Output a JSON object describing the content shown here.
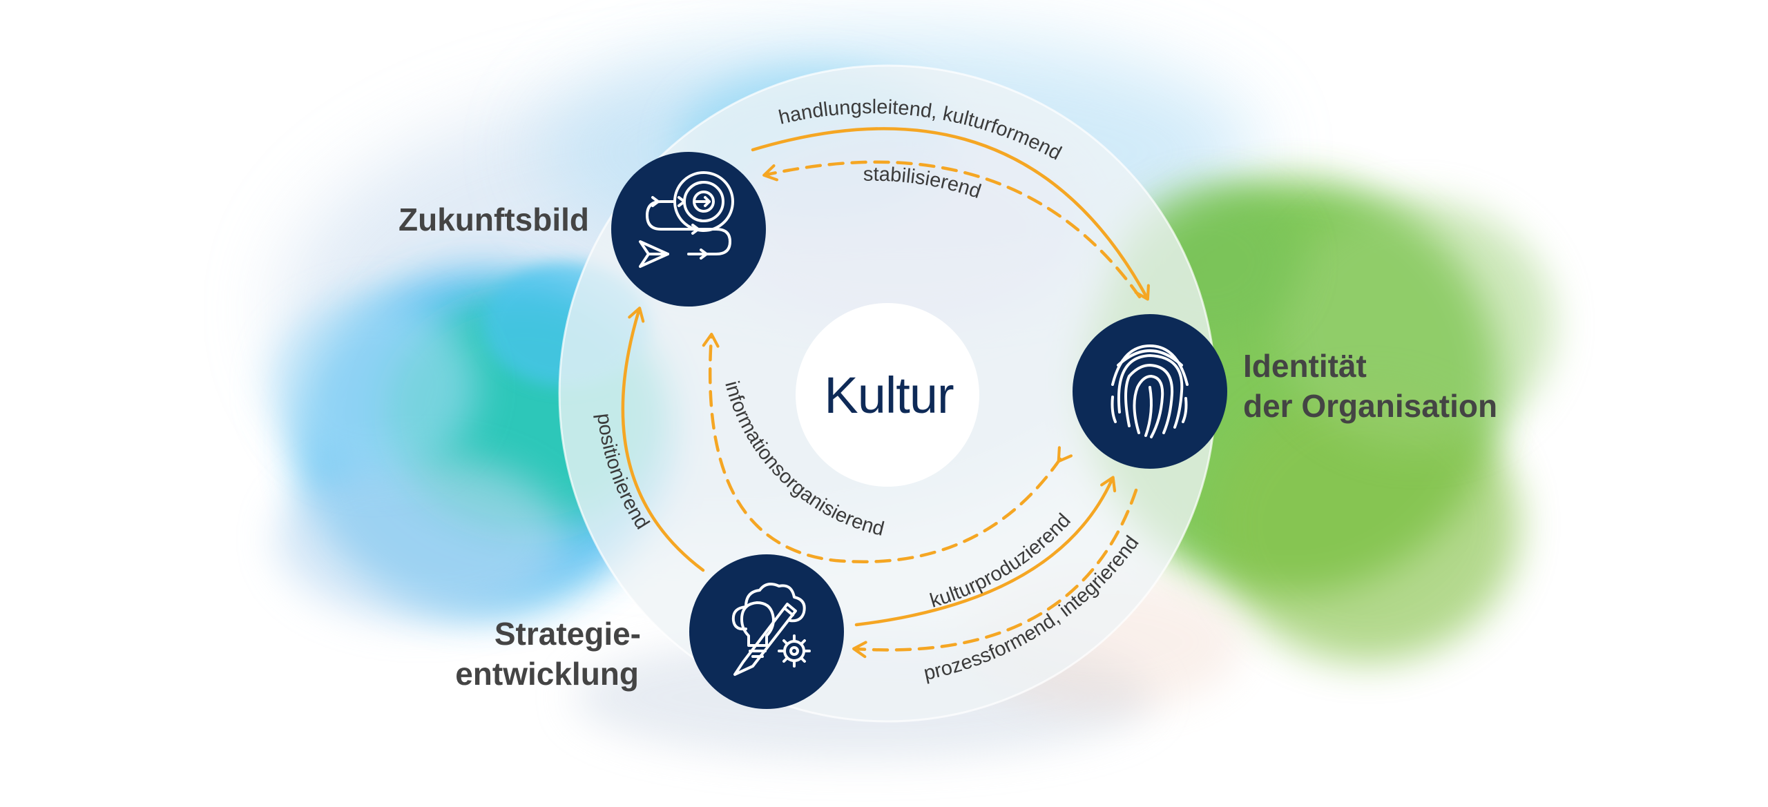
{
  "center": {
    "label": "Kultur"
  },
  "nodes": {
    "zukunftsbild": {
      "label": "Zukunftsbild",
      "icon": "target-path-icon"
    },
    "identitaet": {
      "label_line1": "Identität",
      "label_line2": "der Organisation",
      "icon": "fingerprint-icon"
    },
    "strategie": {
      "label_line1": "Strategie-",
      "label_line2": "entwicklung",
      "icon": "lightbulb-gear-icon"
    }
  },
  "edges": {
    "handlungsleitend": "handlungsleitend, kulturformend",
    "stabilisierend": "stabilisierend",
    "informationsorganisierend": "informationsorganisierend",
    "positionierend": "positionierend",
    "kulturproduzierend": "kulturproduzierend",
    "prozessformend": "prozessformend, integrierend"
  },
  "colors": {
    "node_fill": "#0c2a57",
    "arrow": "#f5a623",
    "node_label": "#444444",
    "center_text": "#0e2a57",
    "ring": "#e8eef2"
  }
}
